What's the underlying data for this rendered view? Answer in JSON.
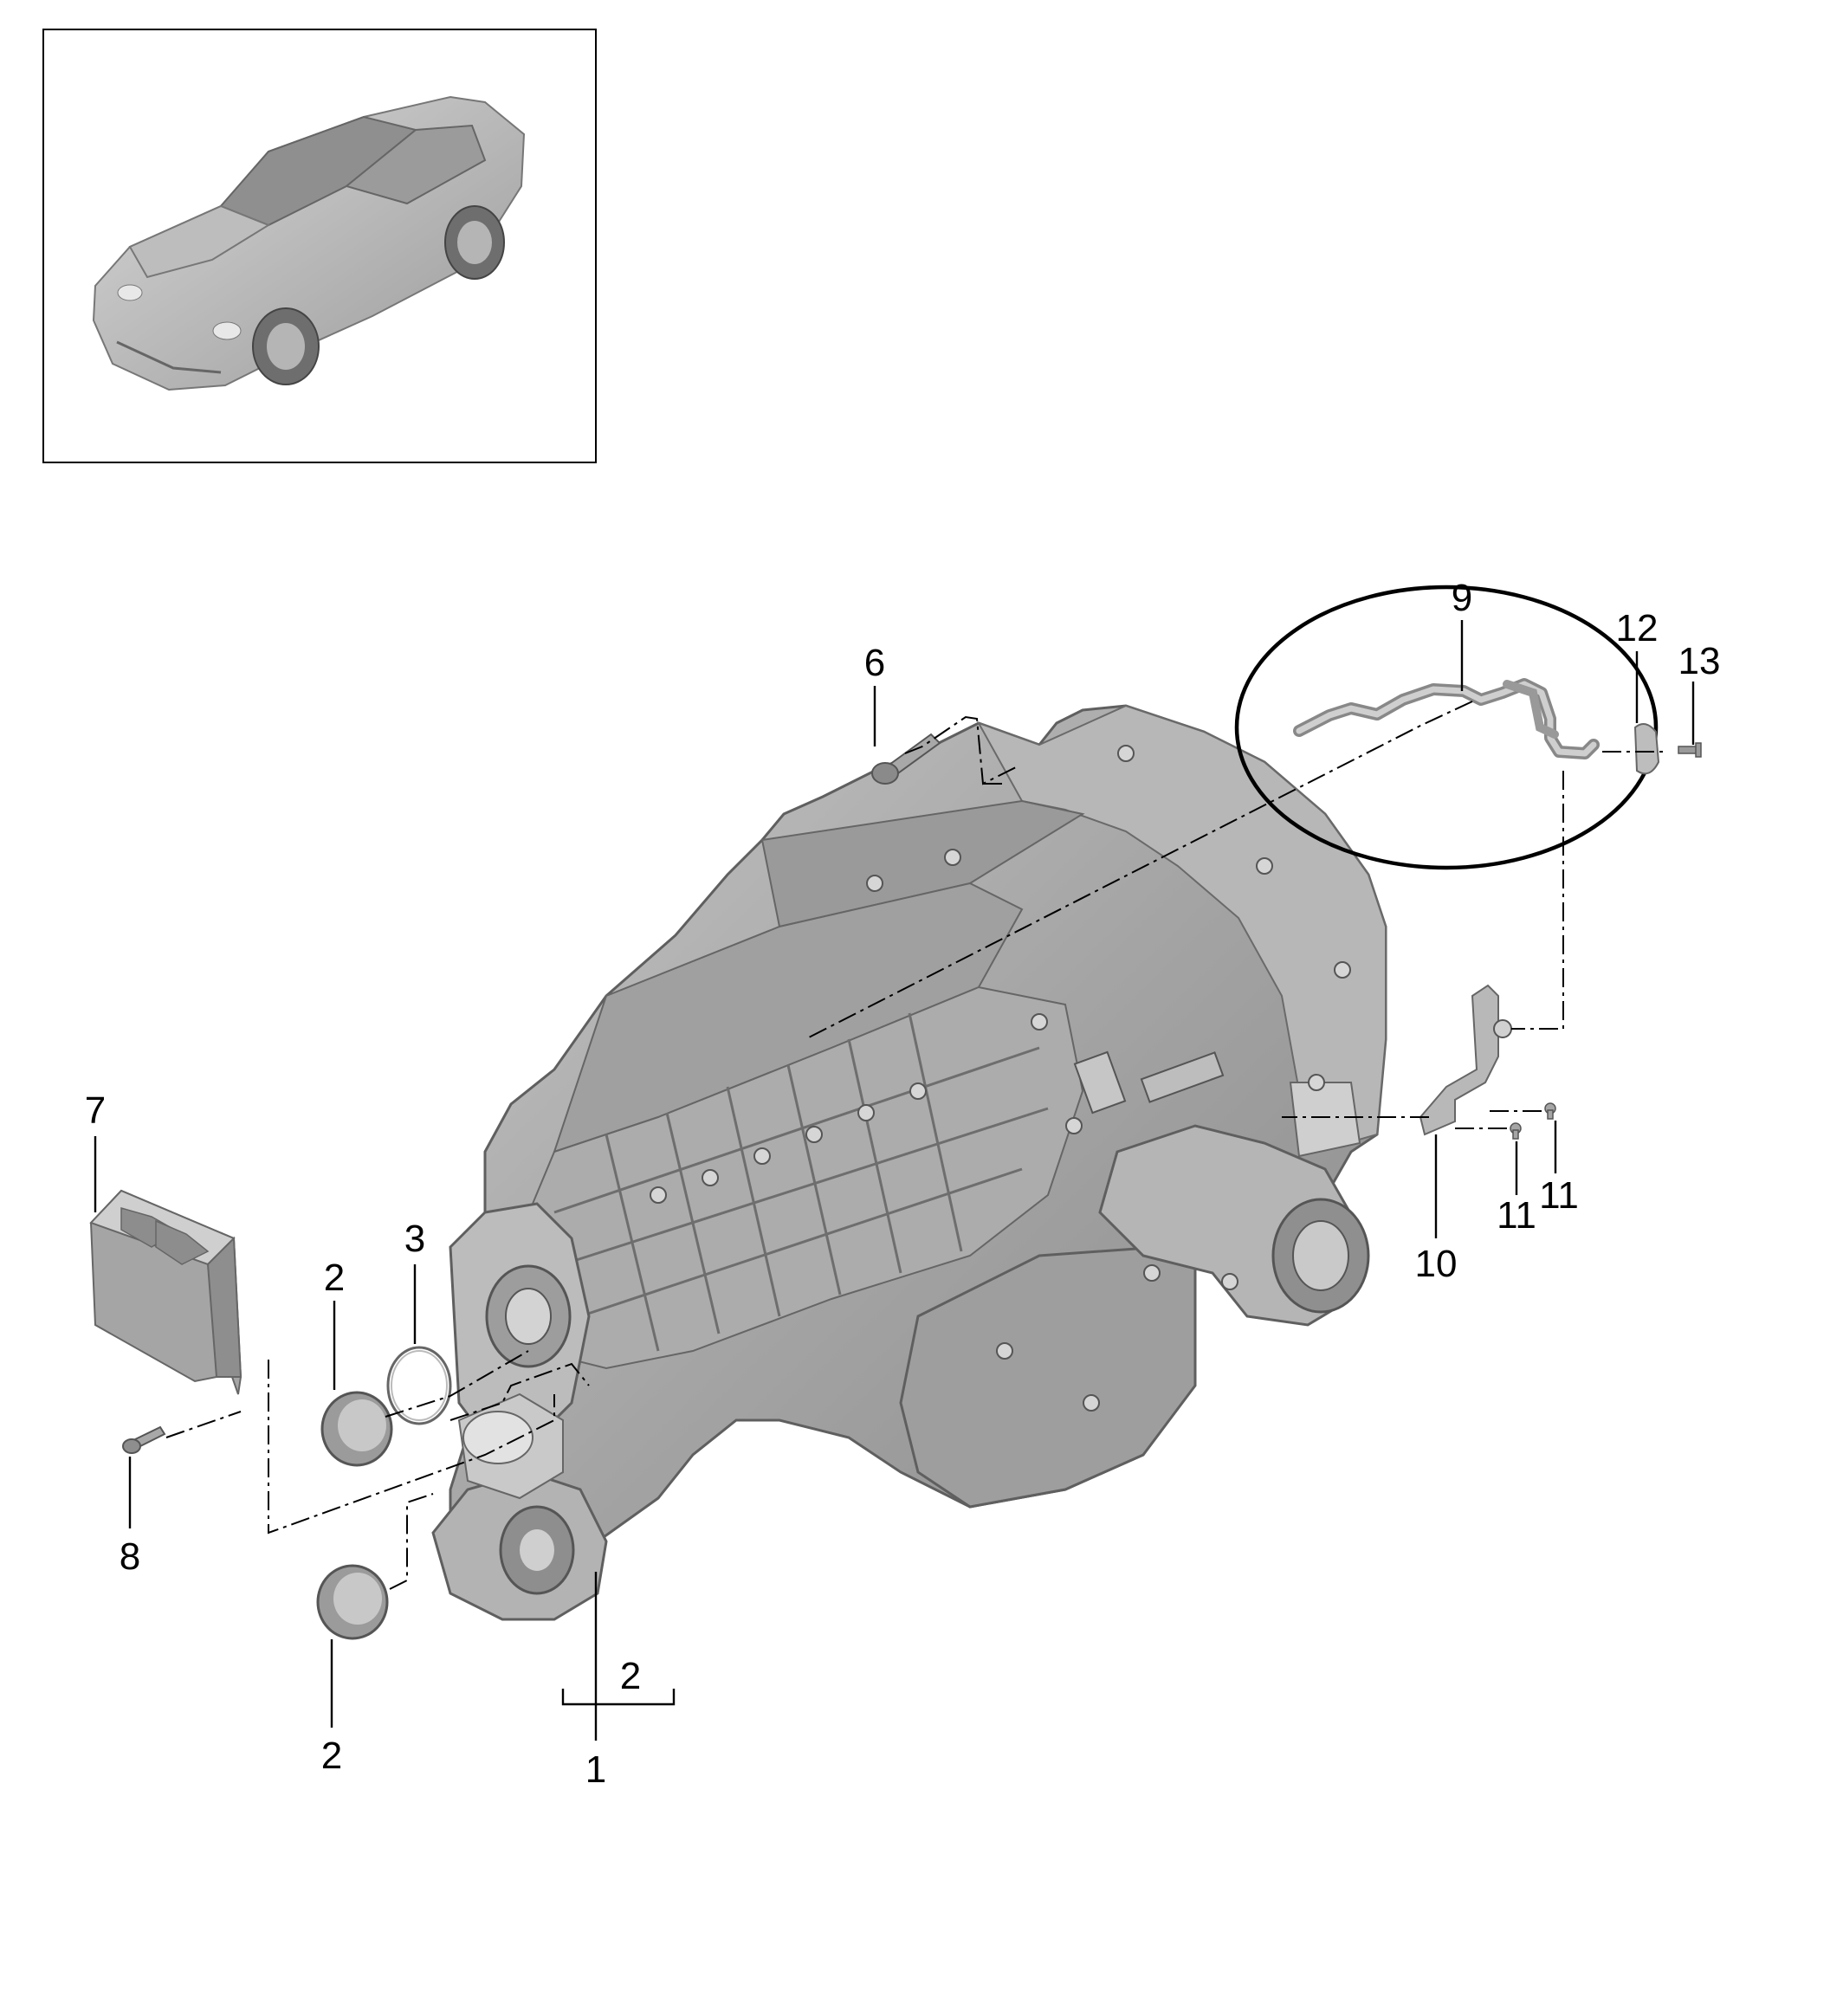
{
  "callouts": {
    "c1": "1",
    "c2_cover_top": "2",
    "c2_cover_bottom": "2",
    "c2_bracket": "2",
    "c3": "3",
    "c6": "6",
    "c7": "7",
    "c8": "8",
    "c9": "9",
    "c10": "10",
    "c11_left": "11",
    "c11_right": "11",
    "c12": "12",
    "c13": "13"
  },
  "colors": {
    "part_fill": "#a9a9a9",
    "part_dark": "#7e7e7e",
    "part_light": "#cfcfcf",
    "line": "#000000"
  }
}
